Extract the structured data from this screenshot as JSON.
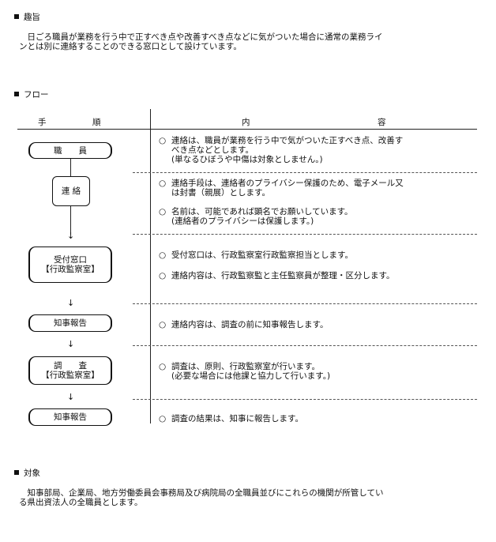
{
  "sections": {
    "purpose_heading": "趣旨",
    "purpose_text": [
      "　日ごろ職員が業務を行う中で正すべき点や改善すべき点などに気がついた場合に通常の業務ライ",
      "ンとは別に連絡することのできる窓口として設けています。"
    ],
    "flow_heading": "フロー",
    "target_heading": "対象",
    "target_text": [
      "　知事部局、企業局、地方労働委員会事務局及び病院局の全職員並びにこれらの機関が所管してい",
      "る県出資法人の全職員とします。"
    ]
  },
  "table": {
    "col_procedure": [
      "手",
      "順"
    ],
    "col_content": [
      "内",
      "容"
    ]
  },
  "flow_boxes": {
    "staff": "職　　員",
    "contact": "連 絡",
    "reception_line1": "受付窓口",
    "reception_line2": "【行政監察室】",
    "report1": "知事報告",
    "investigation_line1": "調　　査",
    "investigation_line2": "【行政監察室】",
    "report2": "知事報告"
  },
  "arrow_glyph": "↓",
  "bullet_glyph": "○",
  "contents": {
    "c1_l1": "連絡は、職員が業務を行う中で気がついた正すべき点、改善す",
    "c1_l2": "べき点などとします。",
    "c1_l3": "(単なるひぼうや中傷は対象としません。)",
    "c2_l1": "連絡手段は、連絡者のプライバシー保護のため、電子メール又",
    "c2_l2": "は封書（親展）とします。",
    "c3_l1": "名前は、可能であれば顕名でお願いしています。",
    "c3_l2": "(連絡者のプライバシーは保護します。)",
    "c4_l1": "受付窓口は、行政監察室行政監察担当とします。",
    "c5_l1": "連絡内容は、行政監察監と主任監察員が整理・区分します。",
    "c6_l1": "連絡内容は、調査の前に知事報告します。",
    "c7_l1": "調査は、原則、行政監察室が行います。",
    "c7_l2": "(必要な場合には他課と協力して行います。)",
    "c8_l1": "調査の結果は、知事に報告します。"
  }
}
